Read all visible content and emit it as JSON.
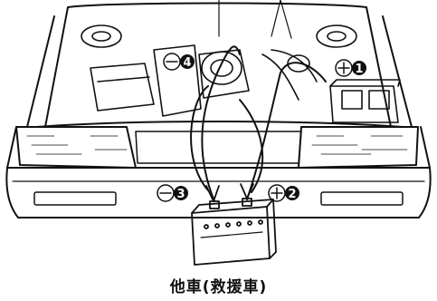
{
  "diagram": {
    "caption": "他車(救援車)",
    "terminals": [
      {
        "id": "t1",
        "sign": "+",
        "number": "1"
      },
      {
        "id": "t2",
        "sign": "+",
        "number": "2"
      },
      {
        "id": "t3",
        "sign": "-",
        "number": "3"
      },
      {
        "id": "t4",
        "sign": "-",
        "number": "4"
      }
    ],
    "colors": {
      "ink": "#111111",
      "background": "#ffffff"
    }
  }
}
